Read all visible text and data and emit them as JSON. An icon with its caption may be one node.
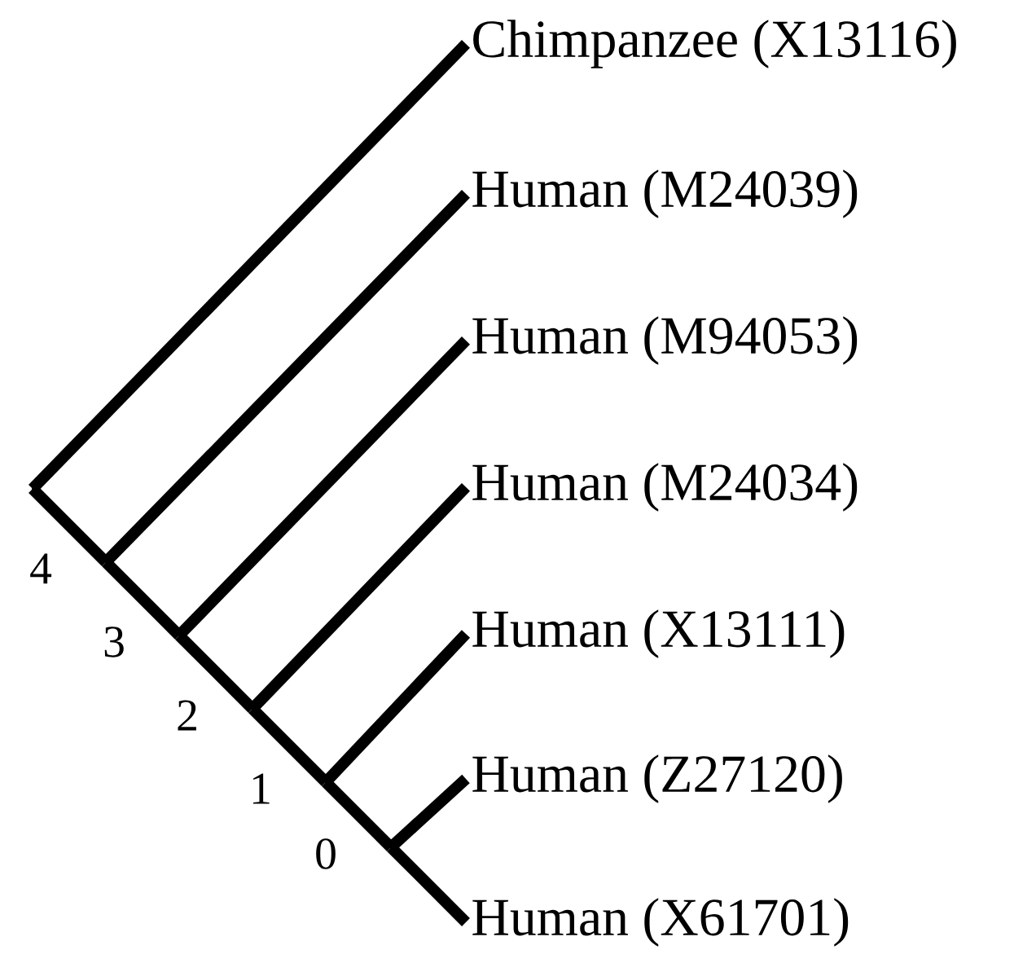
{
  "diagram": {
    "nodes": [
      {
        "text": [
          "Chimpanzee (X13116)"
        ]
      },
      {
        "text": [
          "Human (M24039)"
        ]
      },
      {
        "text": [
          "Human (M94053)"
        ]
      },
      {
        "text": [
          "Human (M24034)"
        ]
      },
      {
        "text": [
          "Human (X13111)"
        ]
      },
      {
        "text": [
          "Human (Z27120)"
        ]
      },
      {
        "text": [
          "Human (X61701)"
        ]
      },
      {
        "text": [],
        "shape": "point"
      },
      {
        "text": [],
        "shape": "point",
        "beside": [
          "4"
        ]
      },
      {
        "text": [],
        "shape": "point",
        "beside": [
          "3"
        ]
      },
      {
        "text": [],
        "shape": "point",
        "beside": [
          "2"
        ]
      },
      {
        "text": [],
        "shape": "point",
        "beside": [
          "1"
        ]
      },
      {
        "text": [],
        "shape": "point",
        "beside": [
          "0"
        ]
      }
    ],
    "edges": [
      {
        "from": 7,
        "to": 0,
        "arrow": "none"
      },
      {
        "from": 7,
        "to": 8,
        "arrow": "none"
      },
      {
        "from": 8,
        "to": 1,
        "arrow": "none"
      },
      {
        "from": 8,
        "to": 9,
        "arrow": "none"
      },
      {
        "from": 9,
        "to": 2,
        "arrow": "none"
      },
      {
        "from": 9,
        "to": 10,
        "arrow": "none"
      },
      {
        "from": 10,
        "to": 3,
        "arrow": "none"
      },
      {
        "from": 10,
        "to": 11,
        "arrow": "none"
      },
      {
        "from": 11,
        "to": 4,
        "arrow": "none"
      },
      {
        "from": 11,
        "to": 12,
        "arrow": "none"
      },
      {
        "from": 12,
        "to": 5,
        "arrow": "none"
      },
      {
        "from": 12,
        "to": 6,
        "arrow": "none"
      }
    ]
  }
}
